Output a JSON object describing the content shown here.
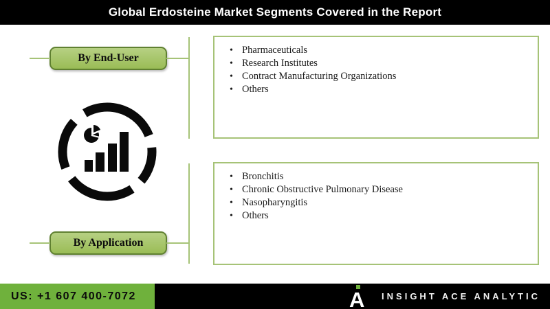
{
  "title": "Global Erdosteine Market Segments Covered in the Report",
  "segments": [
    {
      "label": "By End-User",
      "items": [
        "Pharmaceuticals",
        "Research Institutes",
        "Contract Manufacturing Organizations",
        "Others"
      ]
    },
    {
      "label": "By Application",
      "items": [
        "Bronchitis",
        "Chronic Obstructive Pulmonary Disease",
        "Nasopharyngitis",
        "Others"
      ]
    }
  ],
  "footer": {
    "phone_label": "US: +1 607 400-7072",
    "brand": "INSIGHT ACE ANALYTIC"
  },
  "icons": {
    "center_icon": "market-analytics-chart-icon",
    "brand_logo": "insight-ace-logo"
  },
  "colors": {
    "button_green": "#9abc56",
    "line_green": "#a6c377",
    "footer_green": "#6fb13c",
    "title_bar": "#000000"
  }
}
